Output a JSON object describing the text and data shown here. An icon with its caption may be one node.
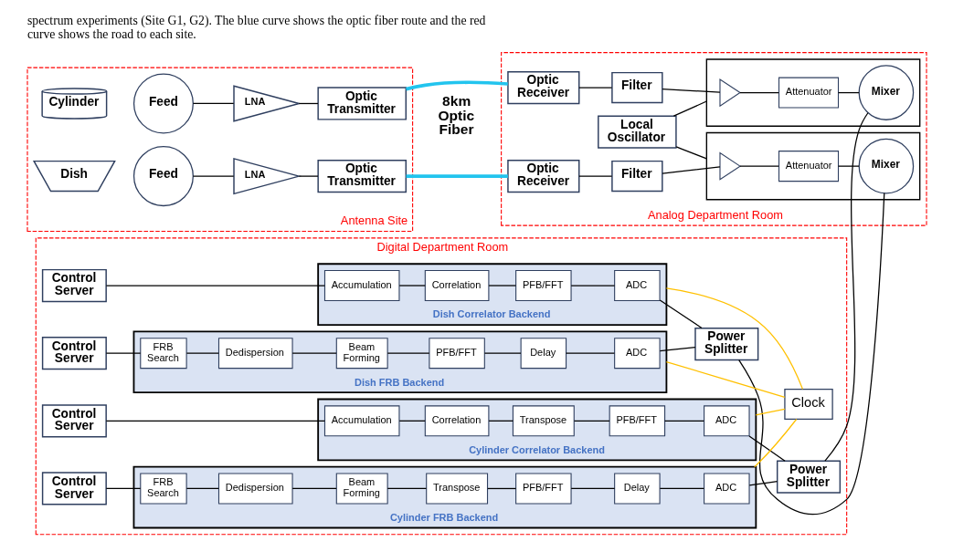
{
  "diagram": {
    "caption": "spectrum experiments (Site G1, G2). The blue curve shows the optic fiber route and the red curve shows the road to each site.",
    "nodes": [
      {
        "text": [
          "Antenna Site"
        ]
      },
      {
        "text": [
          "Cylinder"
        ],
        "in": 0
      },
      {
        "text": [
          "Feed"
        ],
        "in": 0
      },
      {
        "text": [
          "LNA"
        ],
        "in": 0
      },
      {
        "text": [
          "Optic Transmitter"
        ],
        "in": 0
      },
      {
        "text": [
          "Dish"
        ],
        "in": 0
      },
      {
        "text": [
          "Feed"
        ],
        "in": 0
      },
      {
        "text": [
          "LNA"
        ],
        "in": 0
      },
      {
        "text": [
          "Optic Transmitter"
        ],
        "in": 0
      },
      {
        "text": [
          "Analog Department Room"
        ]
      },
      {
        "text": [
          "Optic Receiver"
        ],
        "in": 9
      },
      {
        "text": [
          "Filter"
        ],
        "in": 9
      },
      {
        "text": [],
        "shape": "box",
        "in": 9
      },
      {
        "text": [],
        "shape": "triangle",
        "in": 12
      },
      {
        "text": [
          "Attenuator"
        ],
        "in": 12
      },
      {
        "text": [
          "Mixer"
        ],
        "in": 12
      },
      {
        "text": [
          "Local Oscillator"
        ],
        "in": 9
      },
      {
        "text": [
          "Optic Receiver"
        ],
        "in": 9
      },
      {
        "text": [
          "Filter"
        ],
        "in": 9
      },
      {
        "text": [],
        "shape": "box",
        "in": 9
      },
      {
        "text": [],
        "shape": "triangle",
        "in": 19
      },
      {
        "text": [
          "Attenuator"
        ],
        "in": 19
      },
      {
        "text": [
          "Mixer"
        ],
        "in": 19
      },
      {
        "text": [
          "Digital Department Room"
        ]
      },
      {
        "text": [
          "Control Server"
        ],
        "in": 23
      },
      {
        "text": [
          "Dish Correlator Backend"
        ],
        "in": 23
      },
      {
        "text": [
          "Accumulation"
        ],
        "in": 25
      },
      {
        "text": [
          "Correlation"
        ],
        "in": 25
      },
      {
        "text": [
          "PFB/FFT"
        ],
        "in": 25
      },
      {
        "text": [
          "ADC"
        ],
        "in": 25
      },
      {
        "text": [
          "Power Splitter"
        ],
        "in": 23
      },
      {
        "text": [
          "Control Server"
        ],
        "in": 23
      },
      {
        "text": [
          "Dish FRB Backend"
        ],
        "in": 23
      },
      {
        "text": [
          "FRB Search"
        ],
        "in": 32
      },
      {
        "text": [
          "Dedispersion"
        ],
        "in": 32
      },
      {
        "text": [
          "Beam Forming"
        ],
        "in": 32
      },
      {
        "text": [
          "PFB/FFT"
        ],
        "in": 32
      },
      {
        "text": [
          "Delay"
        ],
        "in": 32
      },
      {
        "text": [
          "ADC"
        ],
        "in": 32
      },
      {
        "text": [
          "Clock"
        ],
        "in": 23
      },
      {
        "text": [
          "Control Server"
        ],
        "in": 23
      },
      {
        "text": [
          "Cylinder Correlator Backend"
        ],
        "in": 23
      },
      {
        "text": [
          "Accumulation"
        ],
        "in": 41
      },
      {
        "text": [
          "Correlation"
        ],
        "in": 41
      },
      {
        "text": [
          "Transpose"
        ],
        "in": 41
      },
      {
        "text": [
          "PFB/FFT"
        ],
        "in": 41
      },
      {
        "text": [
          "ADC"
        ],
        "in": 41
      },
      {
        "text": [
          "Power Splitter"
        ],
        "in": 23
      },
      {
        "text": [
          "Control Server"
        ],
        "in": 23
      },
      {
        "text": [
          "Cylinder FRB Backend"
        ],
        "in": 23
      },
      {
        "text": [
          "FRB Search"
        ],
        "in": 49
      },
      {
        "text": [
          "Dedispersion"
        ],
        "in": 49
      },
      {
        "text": [
          "Beam Forming"
        ],
        "in": 49
      },
      {
        "text": [
          "Transpose"
        ],
        "in": 49
      },
      {
        "text": [
          "PFB/FFT"
        ],
        "in": 49
      },
      {
        "text": [
          "Delay"
        ],
        "in": 49
      },
      {
        "text": [
          "ADC"
        ],
        "in": 49
      }
    ],
    "edges": [
      {
        "from": 2,
        "to": 3,
        "arrow": "none"
      },
      {
        "from": 3,
        "to": 4,
        "arrow": "none"
      },
      {
        "from": 4,
        "to": 10,
        "arrow": "none",
        "style": "thick",
        "color": "#22c4ee"
      },
      {
        "from": 10,
        "to": 11,
        "arrow": "none"
      },
      {
        "from": 11,
        "to": 13,
        "arrow": "none"
      },
      {
        "from": 13,
        "to": 14,
        "arrow": "none"
      },
      {
        "from": 14,
        "to": 15,
        "arrow": "none"
      },
      {
        "from": 15,
        "to": 47,
        "arrow": "none"
      },
      {
        "from": 6,
        "to": 7,
        "arrow": "none"
      },
      {
        "from": 7,
        "to": 8,
        "arrow": "none"
      },
      {
        "from": 8,
        "to": 17,
        "arrow": "none",
        "style": "thick",
        "color": "#22c4ee"
      },
      {
        "from": 17,
        "to": 18,
        "arrow": "none"
      },
      {
        "from": 18,
        "to": 20,
        "arrow": "none"
      },
      {
        "from": 20,
        "to": 21,
        "arrow": "none"
      },
      {
        "from": 21,
        "to": 22,
        "arrow": "none"
      },
      {
        "from": 22,
        "to": 30,
        "arrow": "none"
      },
      {
        "from": 16,
        "to": 12,
        "arrow": "none"
      },
      {
        "from": 16,
        "to": 19,
        "arrow": "none"
      },
      {
        "from": 24,
        "to": 26,
        "arrow": "none"
      },
      {
        "from": 26,
        "to": 27,
        "arrow": "none"
      },
      {
        "from": 27,
        "to": 28,
        "arrow": "none"
      },
      {
        "from": 28,
        "to": 29,
        "arrow": "none"
      },
      {
        "from": 29,
        "to": 30,
        "arrow": "none"
      },
      {
        "from": 25,
        "to": 39,
        "arrow": "none",
        "color": "#ffc000"
      },
      {
        "from": 31,
        "to": 33,
        "arrow": "none"
      },
      {
        "from": 33,
        "to": 34,
        "arrow": "none"
      },
      {
        "from": 34,
        "to": 35,
        "arrow": "none"
      },
      {
        "from": 35,
        "to": 36,
        "arrow": "none"
      },
      {
        "from": 36,
        "to": 37,
        "arrow": "none"
      },
      {
        "from": 37,
        "to": 38,
        "arrow": "none"
      },
      {
        "from": 38,
        "to": 30,
        "arrow": "none"
      },
      {
        "from": 32,
        "to": 39,
        "arrow": "none",
        "color": "#ffc000"
      },
      {
        "from": 40,
        "to": 42,
        "arrow": "none"
      },
      {
        "from": 42,
        "to": 43,
        "arrow": "none"
      },
      {
        "from": 43,
        "to": 44,
        "arrow": "none"
      },
      {
        "from": 44,
        "to": 45,
        "arrow": "none"
      },
      {
        "from": 45,
        "to": 46,
        "arrow": "none"
      },
      {
        "from": 46,
        "to": 47,
        "arrow": "none"
      },
      {
        "from": 41,
        "to": 39,
        "arrow": "none",
        "color": "#ffc000"
      },
      {
        "from": 48,
        "to": 50,
        "arrow": "none"
      },
      {
        "from": 50,
        "to": 51,
        "arrow": "none"
      },
      {
        "from": 51,
        "to": 52,
        "arrow": "none"
      },
      {
        "from": 52,
        "to": 53,
        "arrow": "none"
      },
      {
        "from": 53,
        "to": 54,
        "arrow": "none"
      },
      {
        "from": 54,
        "to": 55,
        "arrow": "none"
      },
      {
        "from": 55,
        "to": 56,
        "arrow": "none"
      },
      {
        "from": 56,
        "to": 47,
        "arrow": "none"
      },
      {
        "from": 49,
        "to": 39,
        "arrow": "none",
        "color": "#ffc000"
      }
    ],
    "labels": [
      "8km Optic Fiber"
    ]
  }
}
